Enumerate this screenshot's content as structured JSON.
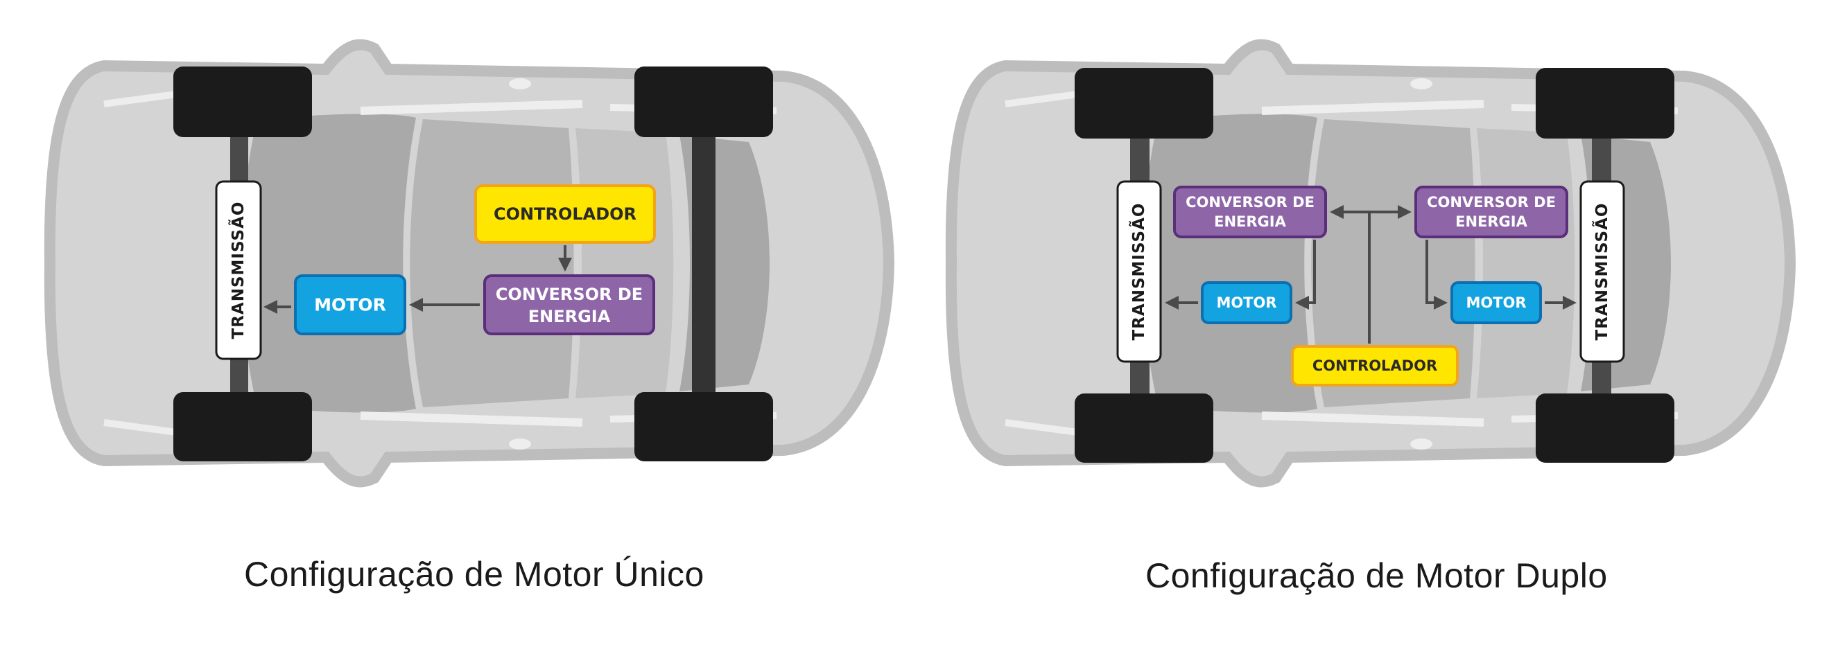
{
  "diagrams": [
    {
      "caption": "Configuração de Motor Único",
      "labels": {
        "transmission": "TRANSMISSÃO",
        "motor": "MOTOR",
        "converter_line1": "CONVERSOR DE",
        "converter_line2": "ENERGIA",
        "controller": "CONTROLADOR"
      }
    },
    {
      "caption": "Configuração de Motor Duplo",
      "labels": {
        "transmission_left": "TRANSMISSÃO",
        "transmission_right": "TRANSMISSÃO",
        "motor_left": "MOTOR",
        "motor_right": "MOTOR",
        "converter_left_line1": "CONVERSOR DE",
        "converter_left_line2": "ENERGIA",
        "converter_right_line1": "CONVERSOR DE",
        "converter_right_line2": "ENERGIA",
        "controller": "CONTROLADOR"
      }
    }
  ],
  "colors": {
    "controller_fill": "#FFE600",
    "controller_stroke": "#F2A51A",
    "converter_fill": "#8E66A8",
    "converter_stroke": "#5A2E7A",
    "motor_fill": "#12A3E0",
    "motor_stroke": "#0D6FB0",
    "car_body": "#D4D4D4",
    "car_outline": "#B8B8B8",
    "tire": "#1B1B1B",
    "arrow": "#4A4A4A"
  }
}
